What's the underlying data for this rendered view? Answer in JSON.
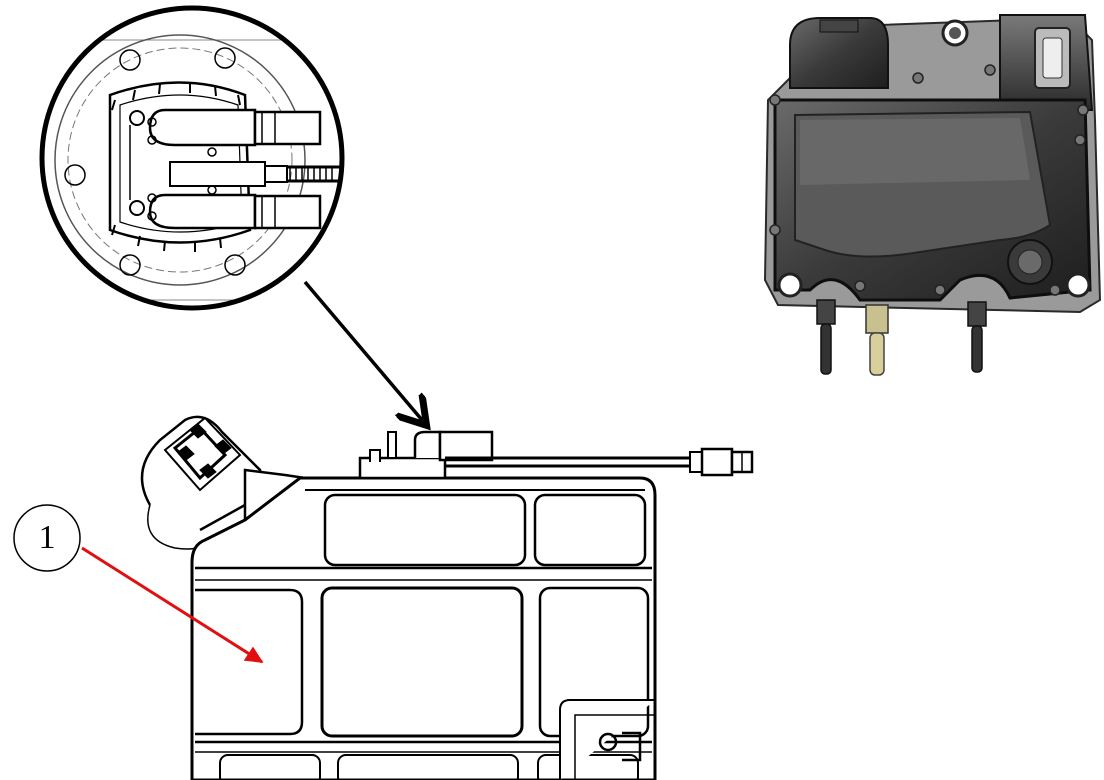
{
  "callout": {
    "number": "1",
    "arrow_color": "#e01010"
  },
  "colors": {
    "line_art": "#000000",
    "pump_body_dark": "#2e2e2e",
    "pump_body_light": "#8a8a8a",
    "brass_fitting": "#d8cf9a"
  },
  "components": {
    "tank": "fluid-tank-line-drawing",
    "pump_detail": "zoomed-pump-flange-detail",
    "pump_unit": "rendered-pump-module"
  }
}
